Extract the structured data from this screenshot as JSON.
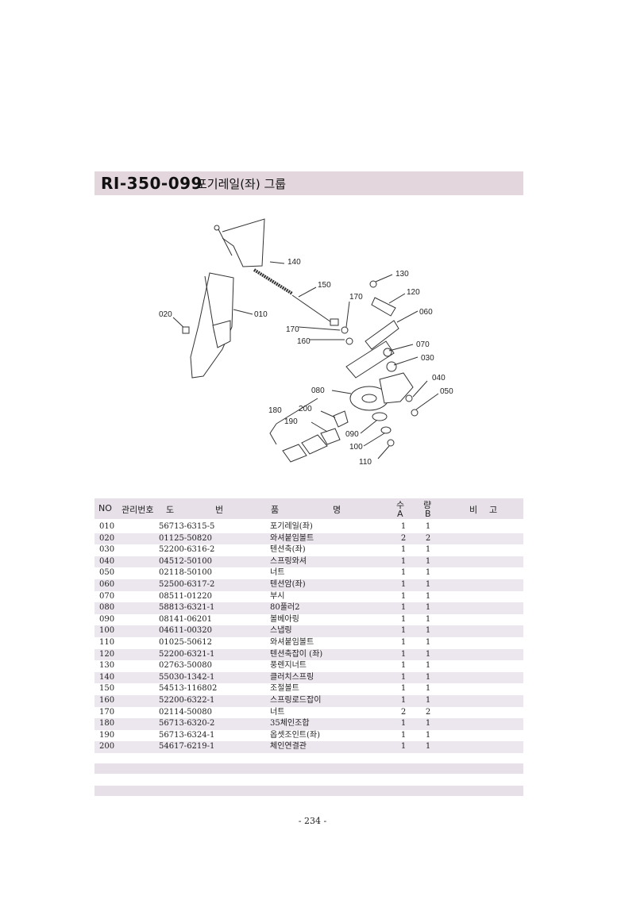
{
  "header": {
    "code": "RI-350-099",
    "title": "포기레일(좌) 그룹"
  },
  "diagram_labels": [
    "140",
    "150",
    "130",
    "120",
    "170",
    "060",
    "020",
    "010",
    "170",
    "160",
    "070",
    "030",
    "040",
    "050",
    "080",
    "180",
    "200",
    "190",
    "090",
    "100",
    "110"
  ],
  "table": {
    "headers": {
      "no": "NO",
      "mgmt": "관리번호",
      "drawing_1": "도",
      "drawing_2": "번",
      "name_1": "품",
      "name_2": "명",
      "qty_1": "수",
      "qty_2": "량",
      "qty_a": "A",
      "qty_b": "B",
      "note_1": "비",
      "note_2": "고"
    },
    "rows": [
      {
        "no": "010",
        "part": "56713-6315-5",
        "name": "포기레일(좌)",
        "a": "1",
        "b": "1"
      },
      {
        "no": "020",
        "part": "01125-50820",
        "name": "와셔붙임볼트",
        "a": "2",
        "b": "2"
      },
      {
        "no": "030",
        "part": "52200-6316-2",
        "name": "텐션축(좌)",
        "a": "1",
        "b": "1"
      },
      {
        "no": "040",
        "part": "04512-50100",
        "name": "스프링와셔",
        "a": "1",
        "b": "1"
      },
      {
        "no": "050",
        "part": "02118-50100",
        "name": "너트",
        "a": "1",
        "b": "1"
      },
      {
        "no": "060",
        "part": "52500-6317-2",
        "name": "텐션암(좌)",
        "a": "1",
        "b": "1"
      },
      {
        "no": "070",
        "part": "08511-01220",
        "name": "부시",
        "a": "1",
        "b": "1"
      },
      {
        "no": "080",
        "part": "58813-6321-1",
        "name": "80풀러2",
        "a": "1",
        "b": "1"
      },
      {
        "no": "090",
        "part": "08141-06201",
        "name": "볼베아링",
        "a": "1",
        "b": "1"
      },
      {
        "no": "100",
        "part": "04611-00320",
        "name": "스냅링",
        "a": "1",
        "b": "1"
      },
      {
        "no": "110",
        "part": "01025-50612",
        "name": "와셔붙임볼트",
        "a": "1",
        "b": "1"
      },
      {
        "no": "120",
        "part": "52200-6321-1",
        "name": "텐션축잡이 (좌)",
        "a": "1",
        "b": "1"
      },
      {
        "no": "130",
        "part": "02763-50080",
        "name": "풍렌지너트",
        "a": "1",
        "b": "1"
      },
      {
        "no": "140",
        "part": "55030-1342-1",
        "name": "클러치스프링",
        "a": "1",
        "b": "1"
      },
      {
        "no": "150",
        "part": "54513-116802",
        "name": "조절볼트",
        "a": "1",
        "b": "1"
      },
      {
        "no": "160",
        "part": "52200-6322-1",
        "name": "스프링로드잡이",
        "a": "1",
        "b": "1"
      },
      {
        "no": "170",
        "part": "02114-50080",
        "name": "너트",
        "a": "2",
        "b": "2"
      },
      {
        "no": "180",
        "part": "56713-6320-2",
        "name": "35체인조합",
        "a": "1",
        "b": "1"
      },
      {
        "no": "190",
        "part": "56713-6324-1",
        "name": "옵셋조인트(좌)",
        "a": "1",
        "b": "1"
      },
      {
        "no": "200",
        "part": "54617-6219-1",
        "name": "체인연결관",
        "a": "1",
        "b": "1"
      }
    ]
  },
  "page_number": "- 234 -"
}
